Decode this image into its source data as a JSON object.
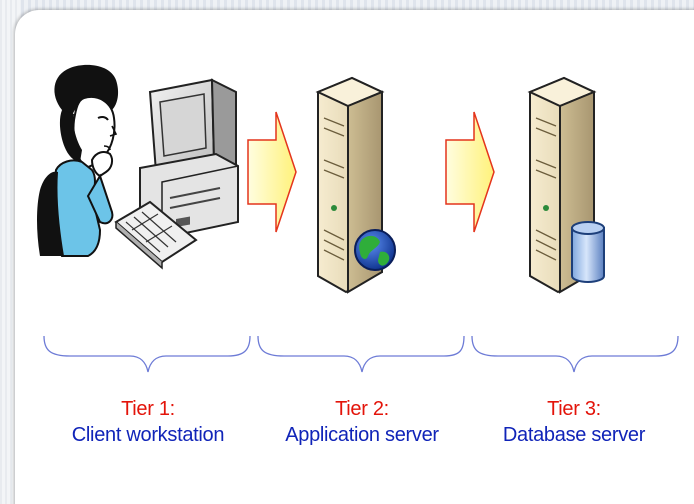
{
  "tiers": [
    {
      "number": "Tier 1:",
      "name": "Client workstation"
    },
    {
      "number": "Tier 2:",
      "name": "Application server"
    },
    {
      "number": "Tier 3:",
      "name": "Database server"
    }
  ],
  "colors": {
    "tier_number": "#e3140a",
    "tier_name": "#1024b8",
    "arrow_fill": "#fff9a8",
    "arrow_stroke": "#e4341c",
    "server_body": "#efe3c2",
    "brace": "#6d7bd6"
  },
  "icons": [
    "person-icon",
    "computer-icon",
    "keyboard-icon",
    "server-icon",
    "globe-icon",
    "database-cylinder-icon",
    "arrow-right-icon"
  ]
}
